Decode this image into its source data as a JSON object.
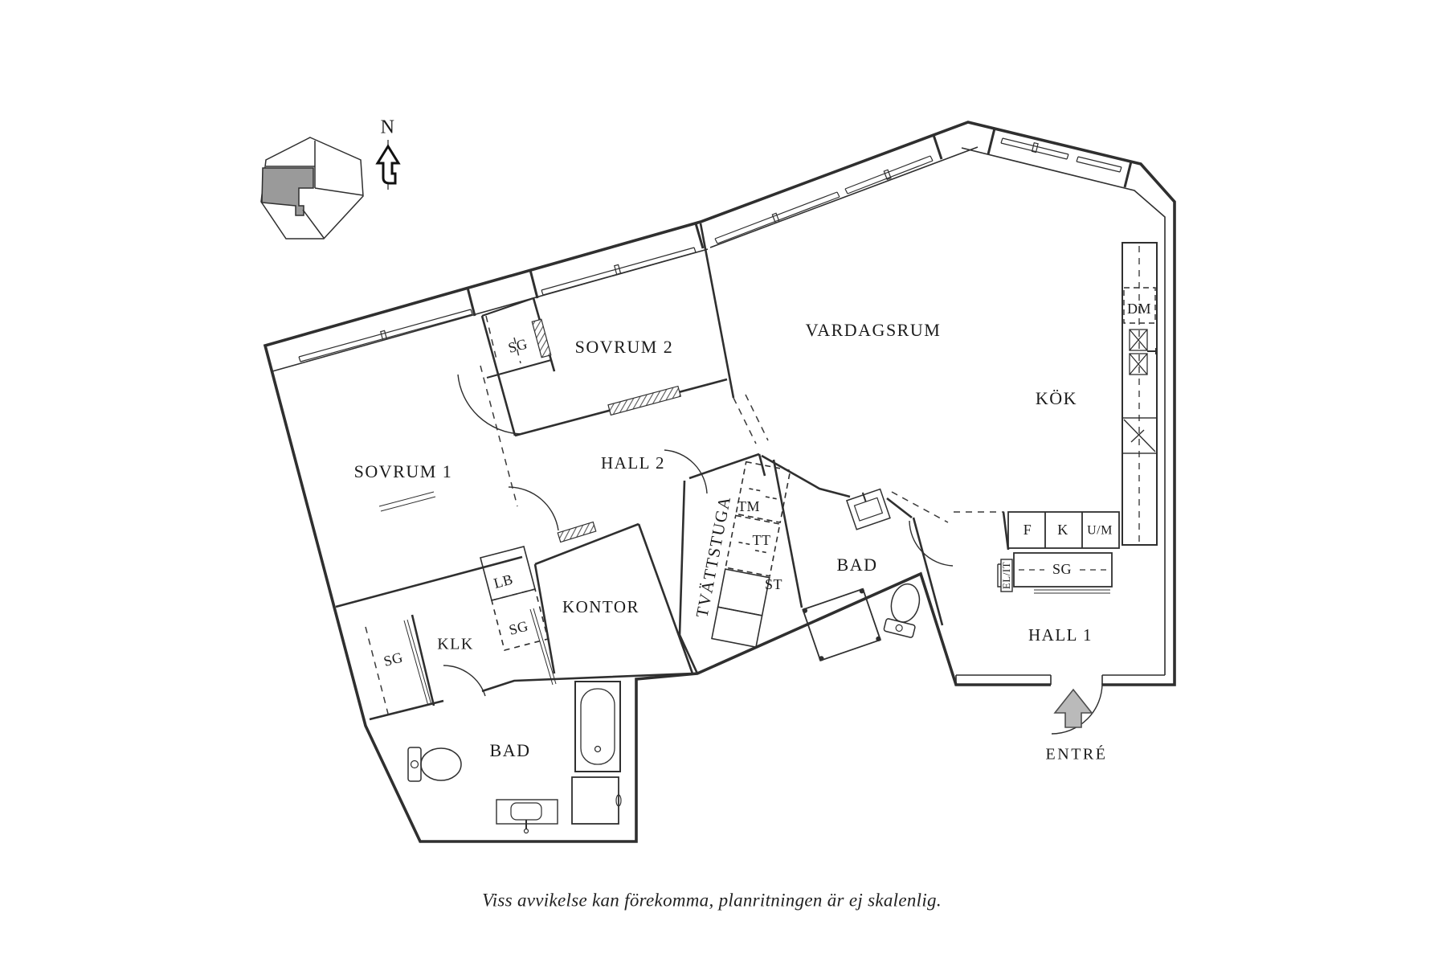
{
  "compass": {
    "north_label": "N"
  },
  "labels": {
    "sovrum1": "SOVRUM 1",
    "sovrum2": "SOVRUM 2",
    "sg_sovrum2": "SG",
    "hall2": "HALL 2",
    "vardagsrum": "VARDAGSRUM",
    "kok": "KÖK",
    "dm": "DM",
    "tvattstuga": "TVÄTTSTUGA",
    "tm": "TM",
    "tt": "TT",
    "st": "ST",
    "kontor": "KONTOR",
    "lb": "LB",
    "sg_klk_left": "SG",
    "sg_klk_right": "SG",
    "klk": "KLK",
    "bad_left": "BAD",
    "bad_right": "BAD",
    "f": "F",
    "k": "K",
    "um": "U/M",
    "el_it": "EL/IT",
    "sg_hall1": "SG",
    "hall1": "HALL 1",
    "entre": "ENTRÉ"
  },
  "footer": {
    "disclaimer": "Viss avvikelse kan förekomma, planritningen är ej skalenlig."
  },
  "colors": {
    "line": "#2f2f2f",
    "text": "#1b1b1b",
    "site_unit_highlight": "#9a9a9a",
    "entry_arrow_fill": "#bababa"
  }
}
